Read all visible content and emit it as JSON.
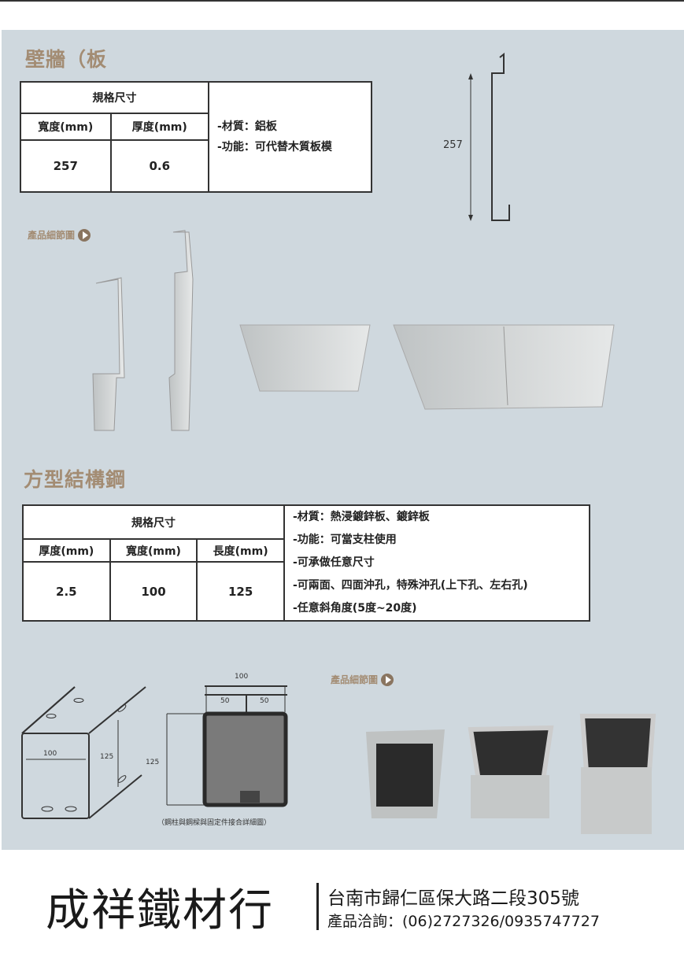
{
  "section1": {
    "title": "壁牆（板",
    "table": {
      "header": "規格尺寸",
      "columns": [
        "寬度(mm)",
        "厚度(mm)"
      ],
      "values": [
        "257",
        "0.6"
      ],
      "info": [
        "-材質：鋁板",
        "-功能：可代替木質板模"
      ]
    },
    "profile_dimension": "257",
    "detail_label": "產品細節圖"
  },
  "section2": {
    "title": "方型結構鋼",
    "table": {
      "header": "規格尺寸",
      "columns": [
        "厚度(mm)",
        "寬度(mm)",
        "長度(mm)"
      ],
      "values": [
        "2.5",
        "100",
        "125"
      ],
      "info": [
        "-材質：熱浸鍍鋅板、鍍鋅板",
        "-功能：可當支柱使用",
        "-可承做任意尺寸",
        "-可兩面、四面沖孔，特殊沖孔(上下孔、左右孔)",
        "-任意斜角度(5度~20度)"
      ]
    },
    "iso_dims": {
      "width": "100",
      "height": "125"
    },
    "section_dims": {
      "total": "100",
      "half_left": "50",
      "half_right": "50",
      "height": "125"
    },
    "caption": "（鋼柱與鋼樑與固定件接合詳細圖）",
    "detail_label": "產品細節圖"
  },
  "footer": {
    "company": "成祥鐵材行",
    "address": "台南市歸仁區保大路二段305號",
    "contact": "產品洽詢：(06)2727326/0935747727"
  }
}
